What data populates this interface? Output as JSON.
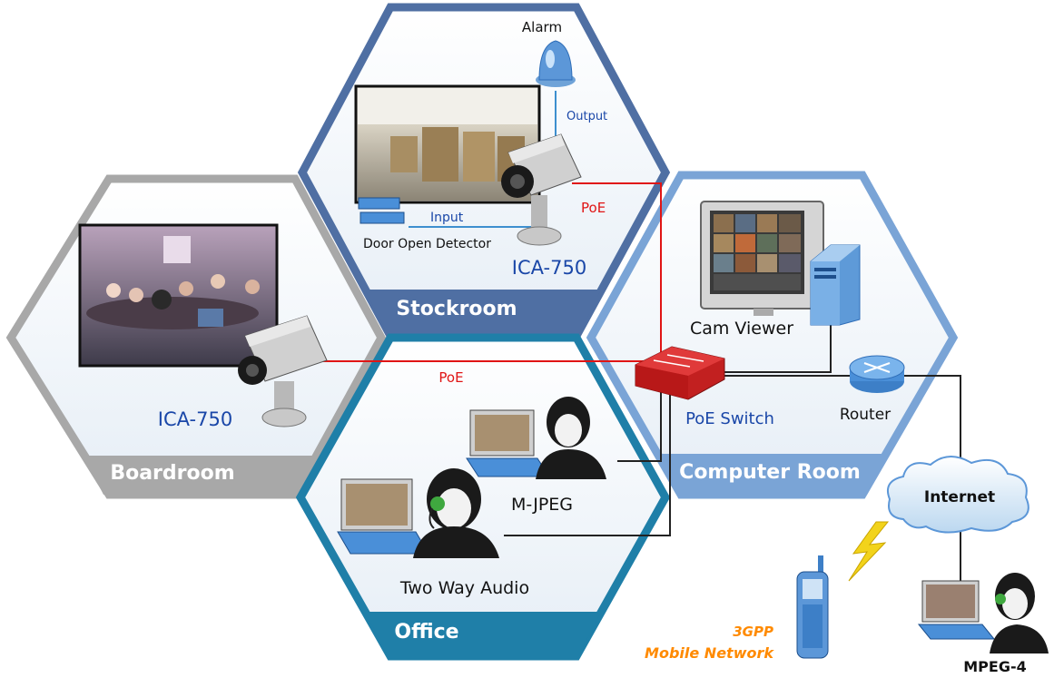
{
  "rooms": {
    "stockroom": "Stockroom",
    "boardroom": "Boardroom",
    "office": "Office",
    "computer_room": "Computer Room"
  },
  "devices": {
    "alarm": "Alarm",
    "output": "Output",
    "input": "Input",
    "door_detector": "Door Open Detector",
    "camera_stockroom": "ICA-750",
    "camera_boardroom": "ICA-750",
    "poe_top": "PoE",
    "poe_mid": "PoE",
    "cam_viewer": "Cam Viewer",
    "poe_switch": "PoE Switch",
    "router": "Router",
    "internet": "Internet",
    "mjpeg": "M-JPEG",
    "two_way_audio": "Two Way Audio",
    "gpp": "3GPP",
    "mobile_network": "Mobile Network",
    "mpeg4": "MPEG-4"
  },
  "colors": {
    "stockroom": "#4f6fa3",
    "boardroom": "#a8a8a8",
    "office": "#1f7fa8",
    "computer_room": "#7aa4d6",
    "poe_line": "#e01515",
    "net_line": "#222222",
    "input_output_line": "#3d8fcf"
  }
}
